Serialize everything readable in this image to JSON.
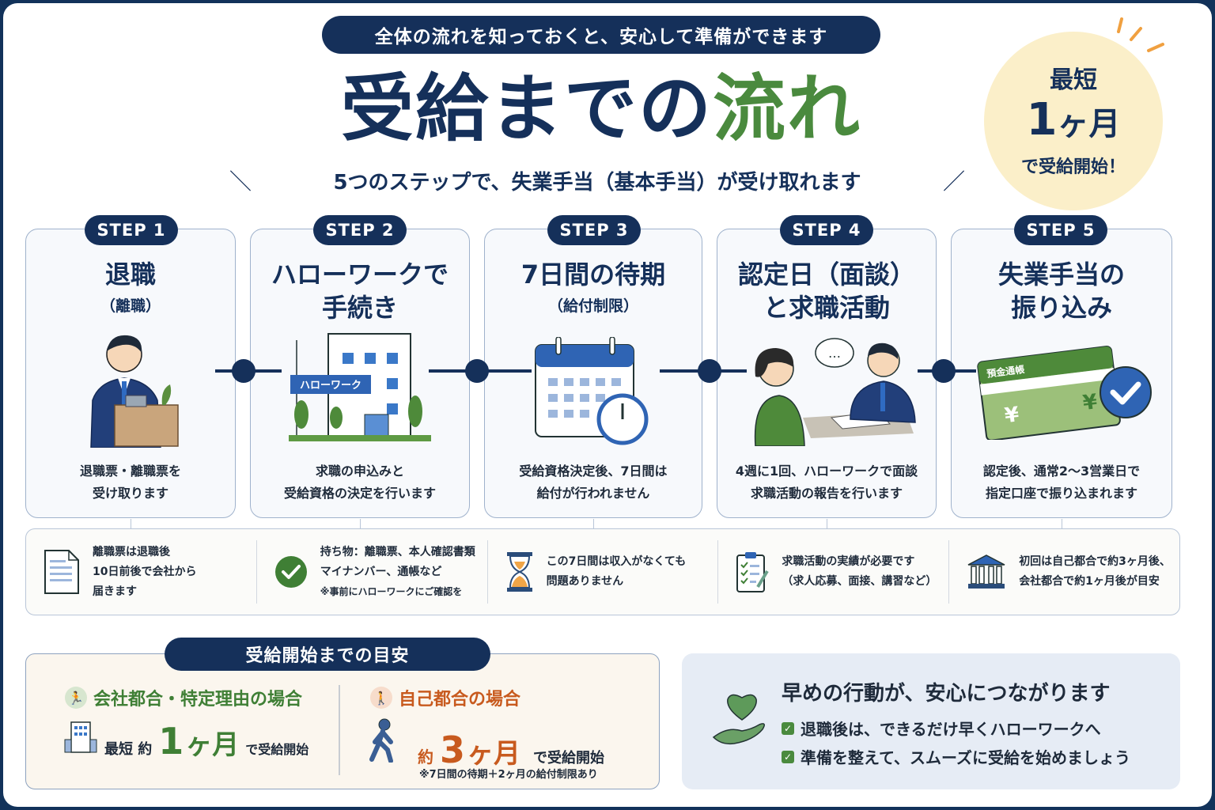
{
  "header": {
    "banner": "全体の流れを知っておくと、安心して準備ができます",
    "title_main": "受給までの",
    "title_accent": "流れ",
    "subtitle": "5つのステップで、失業手当（基本手当）が受け取れます",
    "slash_left": "＼",
    "slash_right": "／"
  },
  "badge": {
    "line1": "最短",
    "num": "1",
    "unit": "ヶ月",
    "line3": "で受給開始！"
  },
  "steps": [
    {
      "tag": "STEP 1",
      "title1": "退職",
      "title2": "（離職）",
      "desc1": "退職票・離職票を",
      "desc2": "受け取ります",
      "icon": "person-with-box-icon"
    },
    {
      "tag": "STEP 2",
      "title1": "ハローワークで",
      "title2": "手続き",
      "desc1": "求職の申込みと",
      "desc2": "受給資格の決定を行います",
      "icon": "hellowork-building-icon",
      "sign": "ハローワーク"
    },
    {
      "tag": "STEP 3",
      "title1": "7日間の待期",
      "title2": "（給付制限）",
      "desc1": "受給資格決定後、7日間は",
      "desc2": "給付が行われません",
      "icon": "calendar-clock-icon"
    },
    {
      "tag": "STEP 4",
      "title1": "認定日（面談）",
      "title2": "と求職活動",
      "desc1": "4週に1回、ハローワークで面談",
      "desc2": "求職活動の報告を行います",
      "icon": "interview-icon",
      "bubble": "…"
    },
    {
      "tag": "STEP 5",
      "title1": "失業手当の",
      "title2": "振り込み",
      "desc1": "認定後、通常2〜3営業日で",
      "desc2": "指定口座で振り込まれます",
      "icon": "bankbook-check-icon",
      "book_label": "預金通帳",
      "yen": "¥"
    }
  ],
  "info": [
    {
      "icon": "document-icon",
      "lines": [
        "離職票は退職後",
        "10日前後で会社から",
        "届きます"
      ]
    },
    {
      "icon": "check-circle-icon",
      "lines": [
        "持ち物：離職票、本人確認書類",
        "マイナンバー、通帳など"
      ],
      "note": "※事前にハローワークにご確認を"
    },
    {
      "icon": "hourglass-icon",
      "lines": [
        "この7日間は収入がなくても",
        "問題ありません"
      ]
    },
    {
      "icon": "clipboard-icon",
      "lines": [
        "求職活動の実績が必要です",
        "（求人応募、面接、講習など）"
      ]
    },
    {
      "icon": "bank-icon",
      "lines": [
        "初回は自己都合で約3ヶ月後、",
        "会社都合で約1ヶ月後が目安"
      ]
    }
  ],
  "estimate": {
    "title": "受給開始までの目安",
    "company": {
      "heading": "会社都合・特定理由の場合",
      "prefix": "最短 約",
      "num": "1",
      "unit": "ヶ月",
      "suffix": "で受給開始",
      "color": "#3f7f35"
    },
    "self": {
      "heading": "自己都合の場合",
      "prefix": "約",
      "num": "3",
      "unit": "ヶ月",
      "suffix": "で受給開始",
      "note": "※7日間の待期＋2ヶ月の給付制限あり",
      "color": "#c85a1e"
    }
  },
  "tip": {
    "title": "早めの行動が、安心につながります",
    "items": [
      "退職後は、できるだけ早くハローワークへ",
      "準備を整えて、スムーズに受給を始めましょう"
    ]
  },
  "colors": {
    "navy": "#15305a",
    "green": "#4a8a3e",
    "orange": "#c85a1e",
    "badge_bg": "#fbefc9"
  }
}
